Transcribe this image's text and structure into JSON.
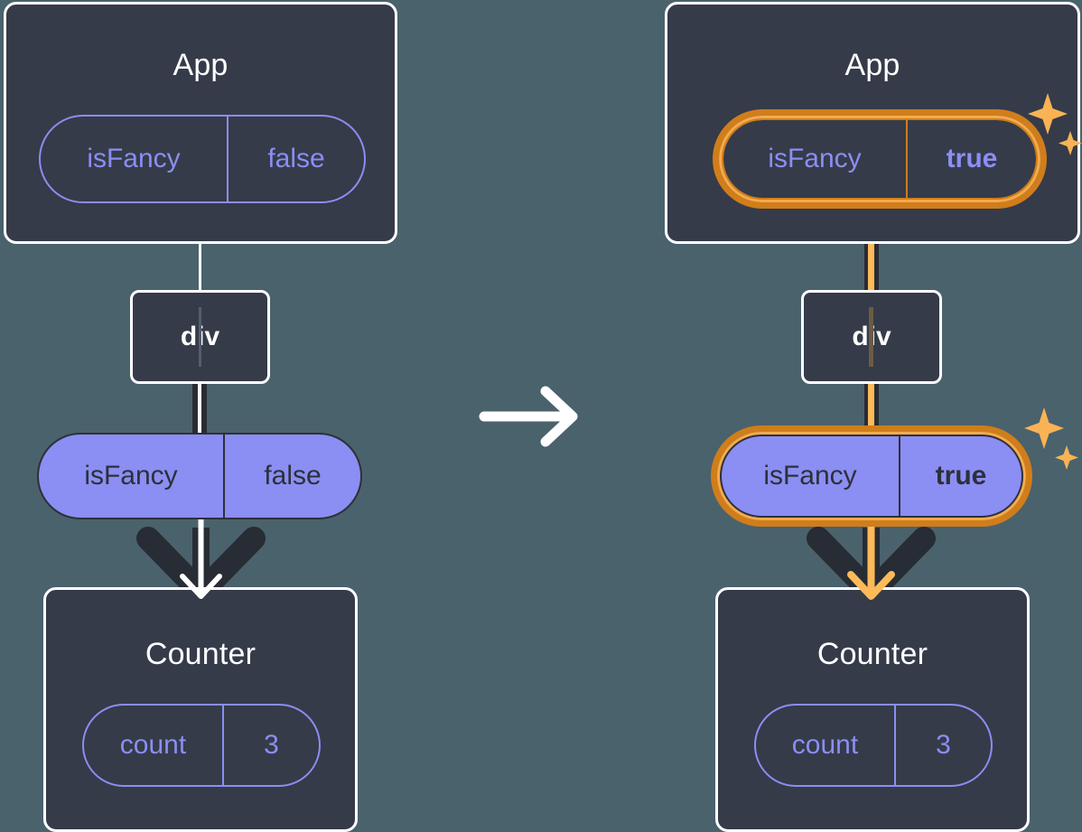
{
  "diagram": {
    "title_app": "App",
    "title_counter": "Counter",
    "node_div": "div",
    "transition_icon": "arrow-right-icon",
    "sparkle_icon": "sparkles-icon",
    "colors": {
      "background": "#4a626c",
      "card": "#353b49",
      "card_border": "#ffffff",
      "purple": "#8b8ef2",
      "dark_ink": "#2c303a",
      "highlight_outer": "#d07d1b",
      "highlight_inner": "#f5ab4b",
      "highlight_line": "#fcba58"
    }
  },
  "before": {
    "app": {
      "title": "App",
      "state": {
        "key": "isFancy",
        "value": "false"
      }
    },
    "div": {
      "label": "div"
    },
    "prop": {
      "key": "isFancy",
      "value": "false"
    },
    "counter": {
      "title": "Counter",
      "state": {
        "key": "count",
        "value": "3"
      }
    }
  },
  "after": {
    "app": {
      "title": "App",
      "state": {
        "key": "isFancy",
        "value": "true"
      }
    },
    "div": {
      "label": "div"
    },
    "prop": {
      "key": "isFancy",
      "value": "true"
    },
    "counter": {
      "title": "Counter",
      "state": {
        "key": "count",
        "value": "3"
      }
    }
  }
}
